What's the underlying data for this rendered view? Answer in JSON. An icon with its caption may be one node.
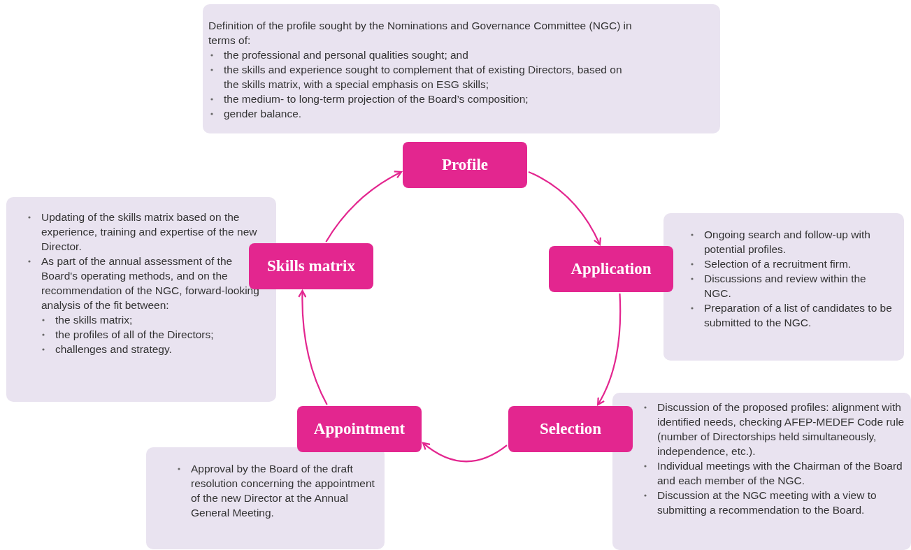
{
  "diagram": {
    "nodes": [
      {
        "text": [
          "Definition of the profile sought by the Nominations and Governance Committee (NGC) in terms of:",
          "the professional and personal qualities sought; and",
          "the skills and experience sought to complement that of existing Directors, based on the skills matrix, with a special emphasis on ESG skills;",
          "the medium- to long-term projection of the Board’s composition;",
          "gender balance."
        ]
      },
      {
        "text": [
          "Profile"
        ]
      },
      {
        "text": [
          "Application"
        ]
      },
      {
        "text": [
          "Ongoing search and follow-up with potential profiles.",
          "Selection of a recruitment firm.",
          "Discussions and review within the NGC.",
          "Preparation of a list of candidates to be submitted to the NGC."
        ]
      },
      {
        "text": [
          "Selection"
        ]
      },
      {
        "text": [
          "Discussion of the proposed profiles: alignment with identified needs, checking AFEP-MEDEF Code rule (number of Directorships held simultaneously, independence, etc.).",
          "Individual meetings with the Chairman of the Board and each member of the NGC.",
          "Discussion at the NGC meeting with a view to submitting a recommendation to the Board."
        ]
      },
      {
        "text": [
          "Appointment"
        ]
      },
      {
        "text": [
          "Approval by the Board of the draft resolution concerning the appointment of the new Director at the Annual General Meeting."
        ]
      },
      {
        "text": [
          "Skills matrix"
        ]
      },
      {
        "text": [
          "Updating of the skills matrix based on the experience, training and expertise of the new Director.",
          "As part of the annual assessment of the Board's operating methods, and on the recommendation of the NGC, forward-looking analysis of the fit between:",
          "the skills matrix;",
          "the profiles of all of the Directors;",
          "challenges and strategy."
        ]
      }
    ],
    "edges": [
      {
        "from": 1,
        "to": 2,
        "arrow": "to"
      },
      {
        "from": 2,
        "to": 4,
        "arrow": "to"
      },
      {
        "from": 4,
        "to": 6,
        "arrow": "to"
      },
      {
        "from": 6,
        "to": 8,
        "arrow": "to"
      },
      {
        "from": 8,
        "to": 1,
        "arrow": "to"
      }
    ]
  }
}
